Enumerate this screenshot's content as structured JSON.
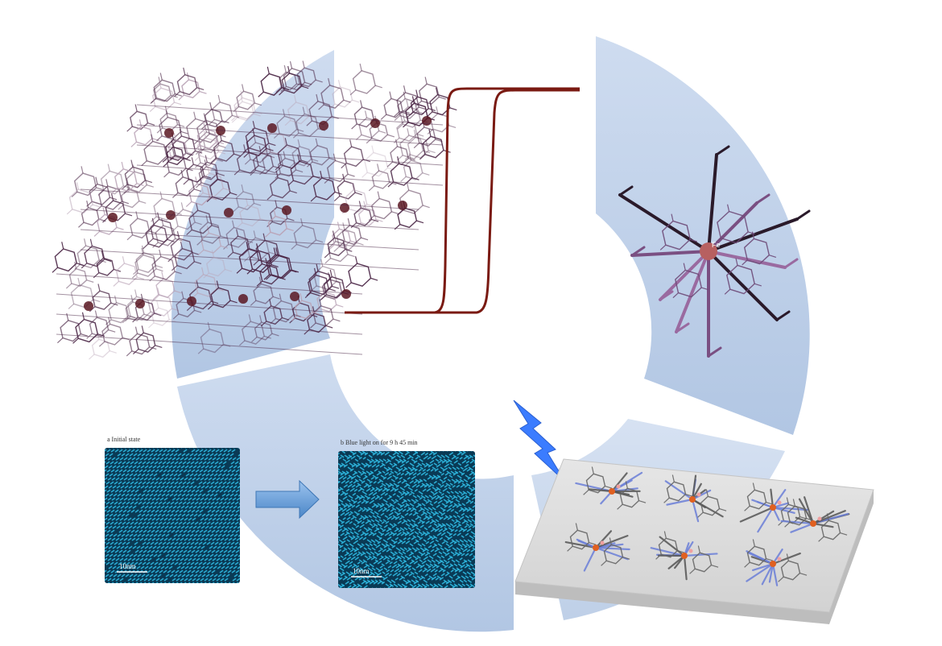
{
  "panels": {
    "stm_initial": {
      "label": "a  Initial state",
      "scale_bar": "10nm"
    },
    "stm_after": {
      "label": "b  Blue light on for 9 h 45 min",
      "scale_bar": "10nm"
    }
  },
  "molecule": {
    "metal_label": "Fe"
  },
  "colors": {
    "ring": "#b4c8e4",
    "hysteresis": "#7a1a12",
    "lattice": "#4a2545",
    "stm_bg": "#0a3a55",
    "stm_stripe": "#2fb8e0",
    "arrow": "#5b9bd5",
    "lightning": "#3b7cff",
    "substrate": "#d8d8d8",
    "iron": "#e06020",
    "nitrogen": "#6b7fd8",
    "boron": "#f0a0a0",
    "carbon": "#555555"
  },
  "icons": [
    "right-arrow-icon",
    "lightning-bolt-icon"
  ]
}
